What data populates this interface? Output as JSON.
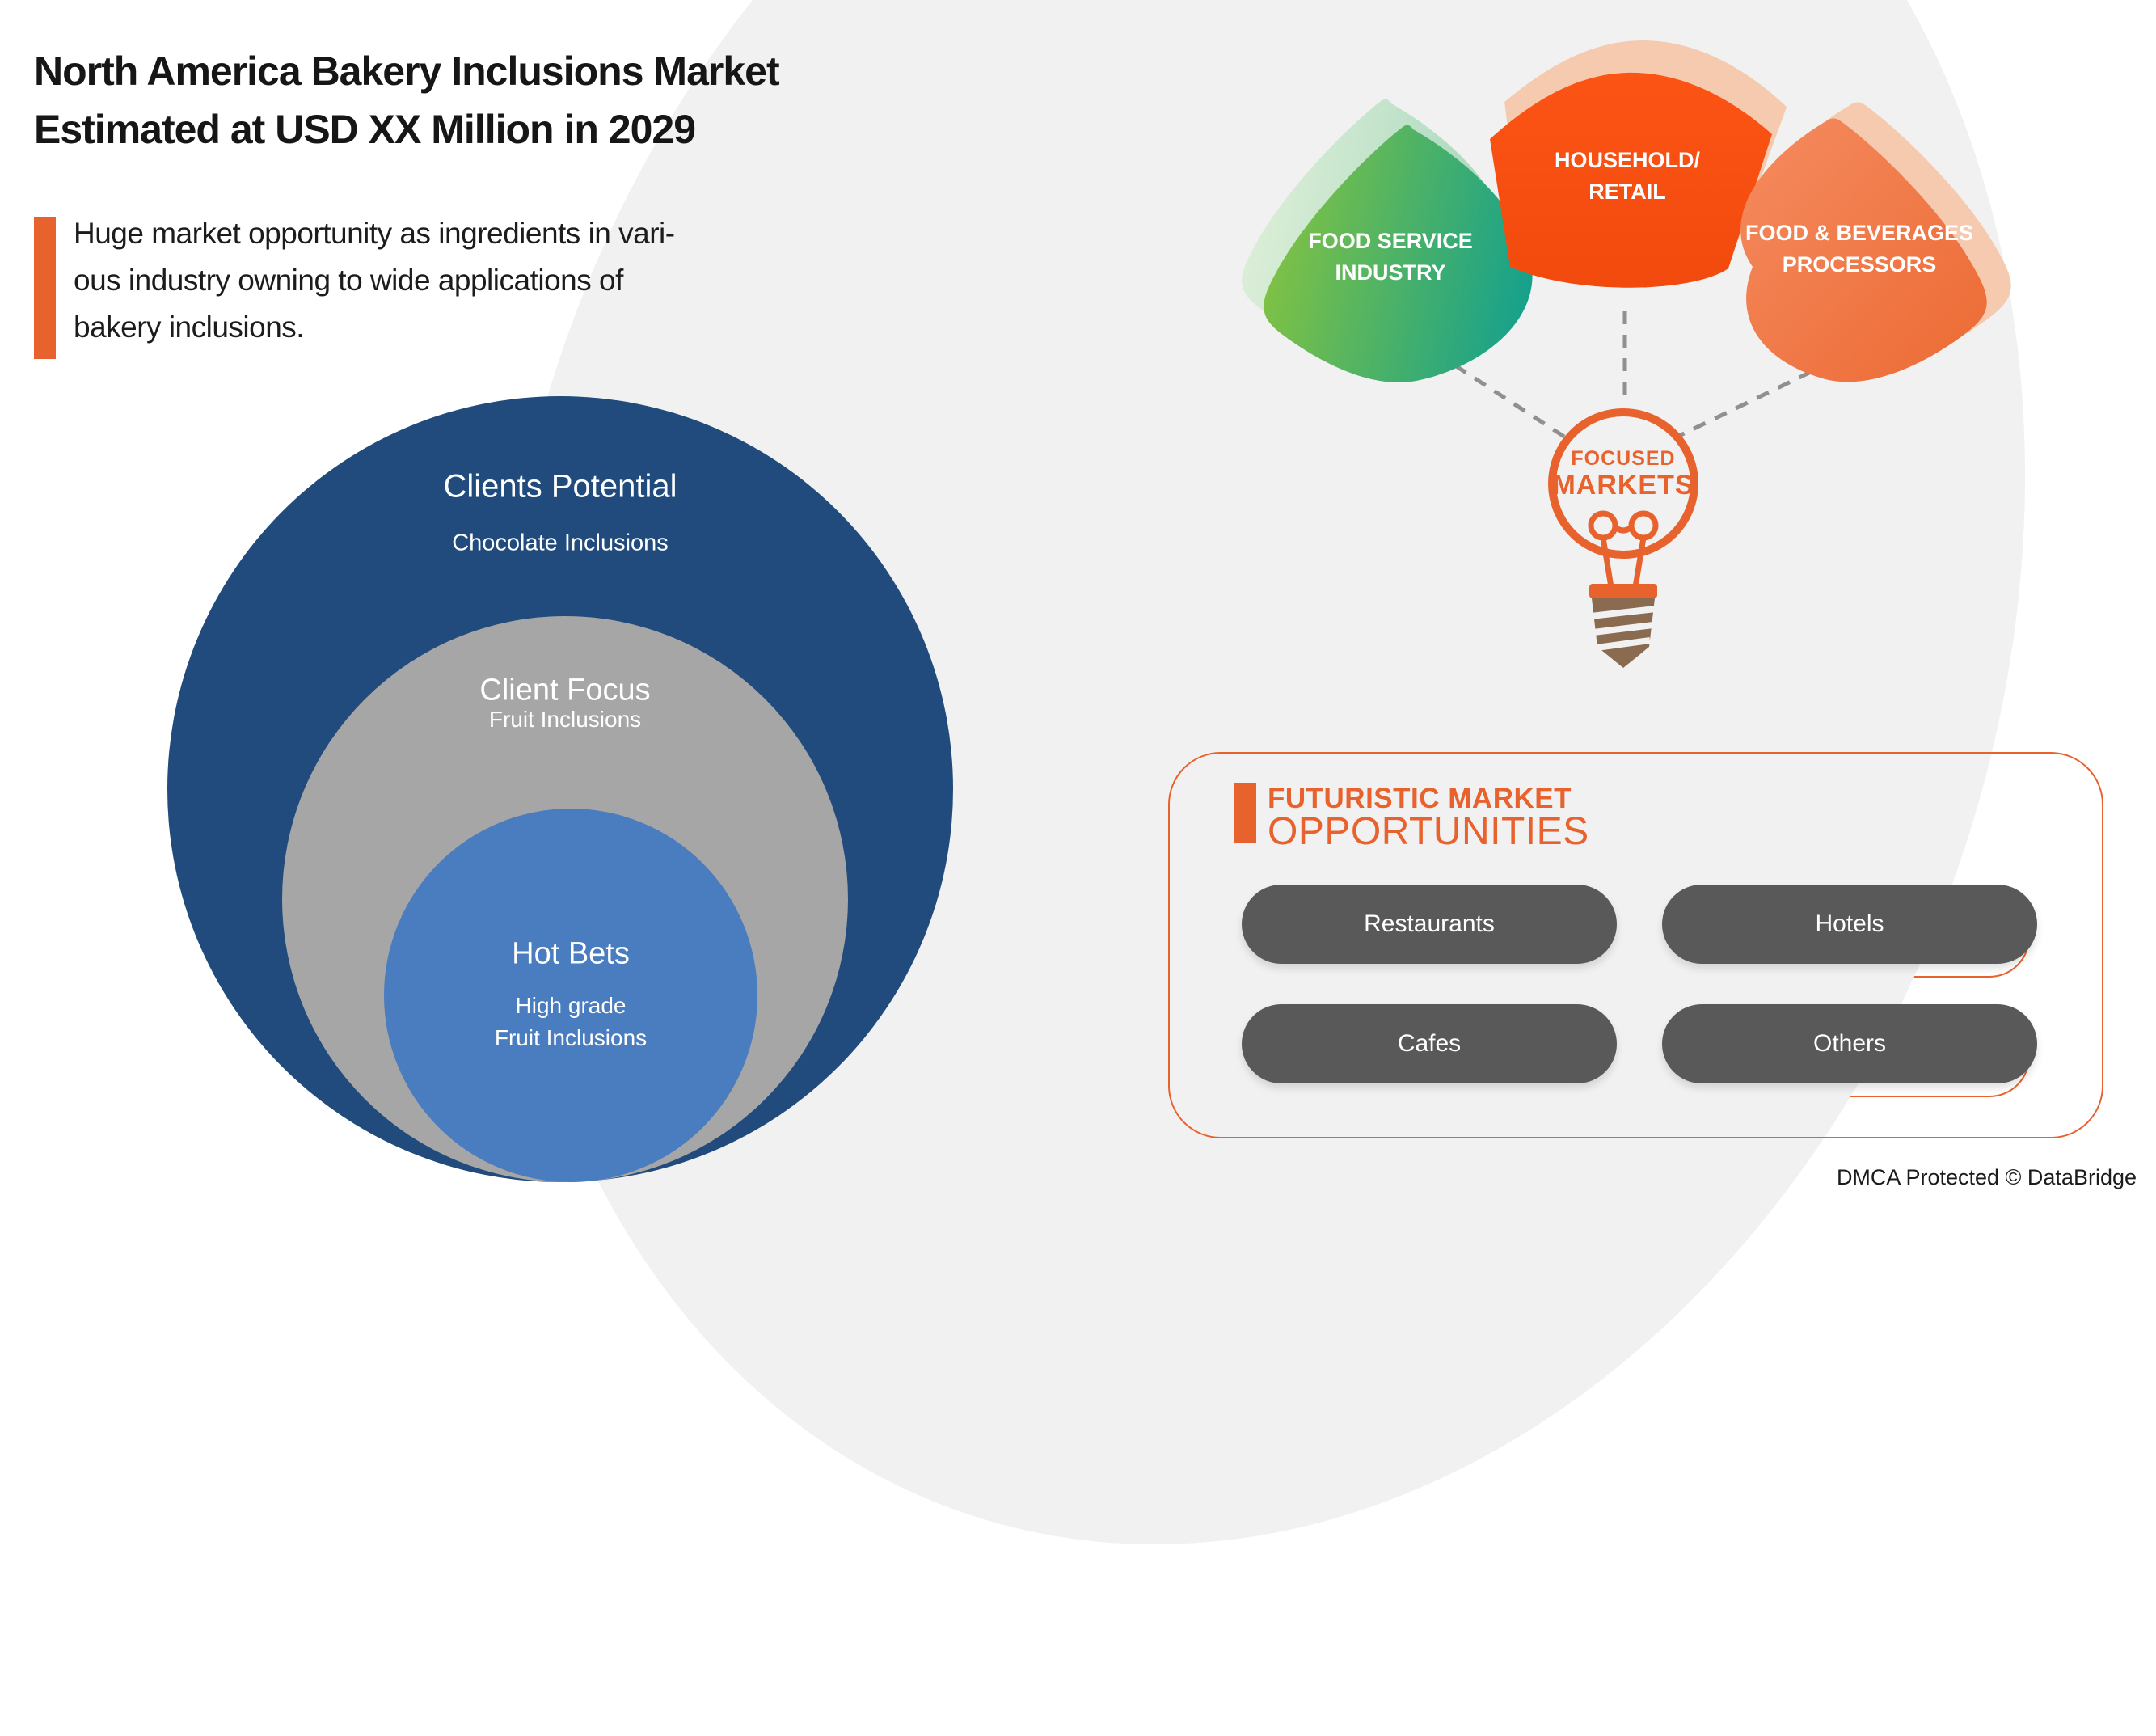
{
  "header": {
    "title_line1": "North America Bakery Inclusions Market",
    "title_line2": "Estimated at USD XX Million in 2029",
    "subtitle": "Huge market opportunity as ingredients in vari-\nous industry owning to wide applications of\nbakery inclusions."
  },
  "venn": {
    "rings": [
      {
        "label": "Clients Potential",
        "sublabel": "Chocolate Inclusions",
        "color": "#204B7C"
      },
      {
        "label": "Client Focus",
        "sublabel": "Fruit Inclusions",
        "color": "#A6A6A6"
      },
      {
        "label": "Hot Bets",
        "sublabel": "High grade\nFruit Inclusions",
        "color": "#4A7CC0"
      }
    ]
  },
  "markets": {
    "petals": [
      {
        "label": "FOOD SERVICE\nINDUSTRY",
        "color_start": "#84C341",
        "color_end": "#16A18C"
      },
      {
        "label": "HOUSEHOLD/\nRETAIL",
        "color_start": "#FB5415",
        "color_end": "#F24A0D"
      },
      {
        "label": "FOOD & BEVERAGES\nPROCESSORS",
        "color_start": "#F58B60",
        "color_end": "#EC6A33"
      }
    ],
    "hub": {
      "line1": "FOCUSED",
      "line2": "MARKETS"
    }
  },
  "opportunities": {
    "heading_line1": "FUTURISTIC MARKET",
    "heading_line2": "OPPORTUNITIES",
    "items": [
      "Restaurants",
      "Hotels",
      "Cafes",
      "Others"
    ]
  },
  "footer": {
    "watermark": "DMCA Protected © DataBridge"
  },
  "colors": {
    "accent": "#E8622D",
    "pill": "#595959",
    "background_blob": "#F1F1F2",
    "bulb_base": "#8A6B50",
    "dashed_line": "#909090"
  }
}
